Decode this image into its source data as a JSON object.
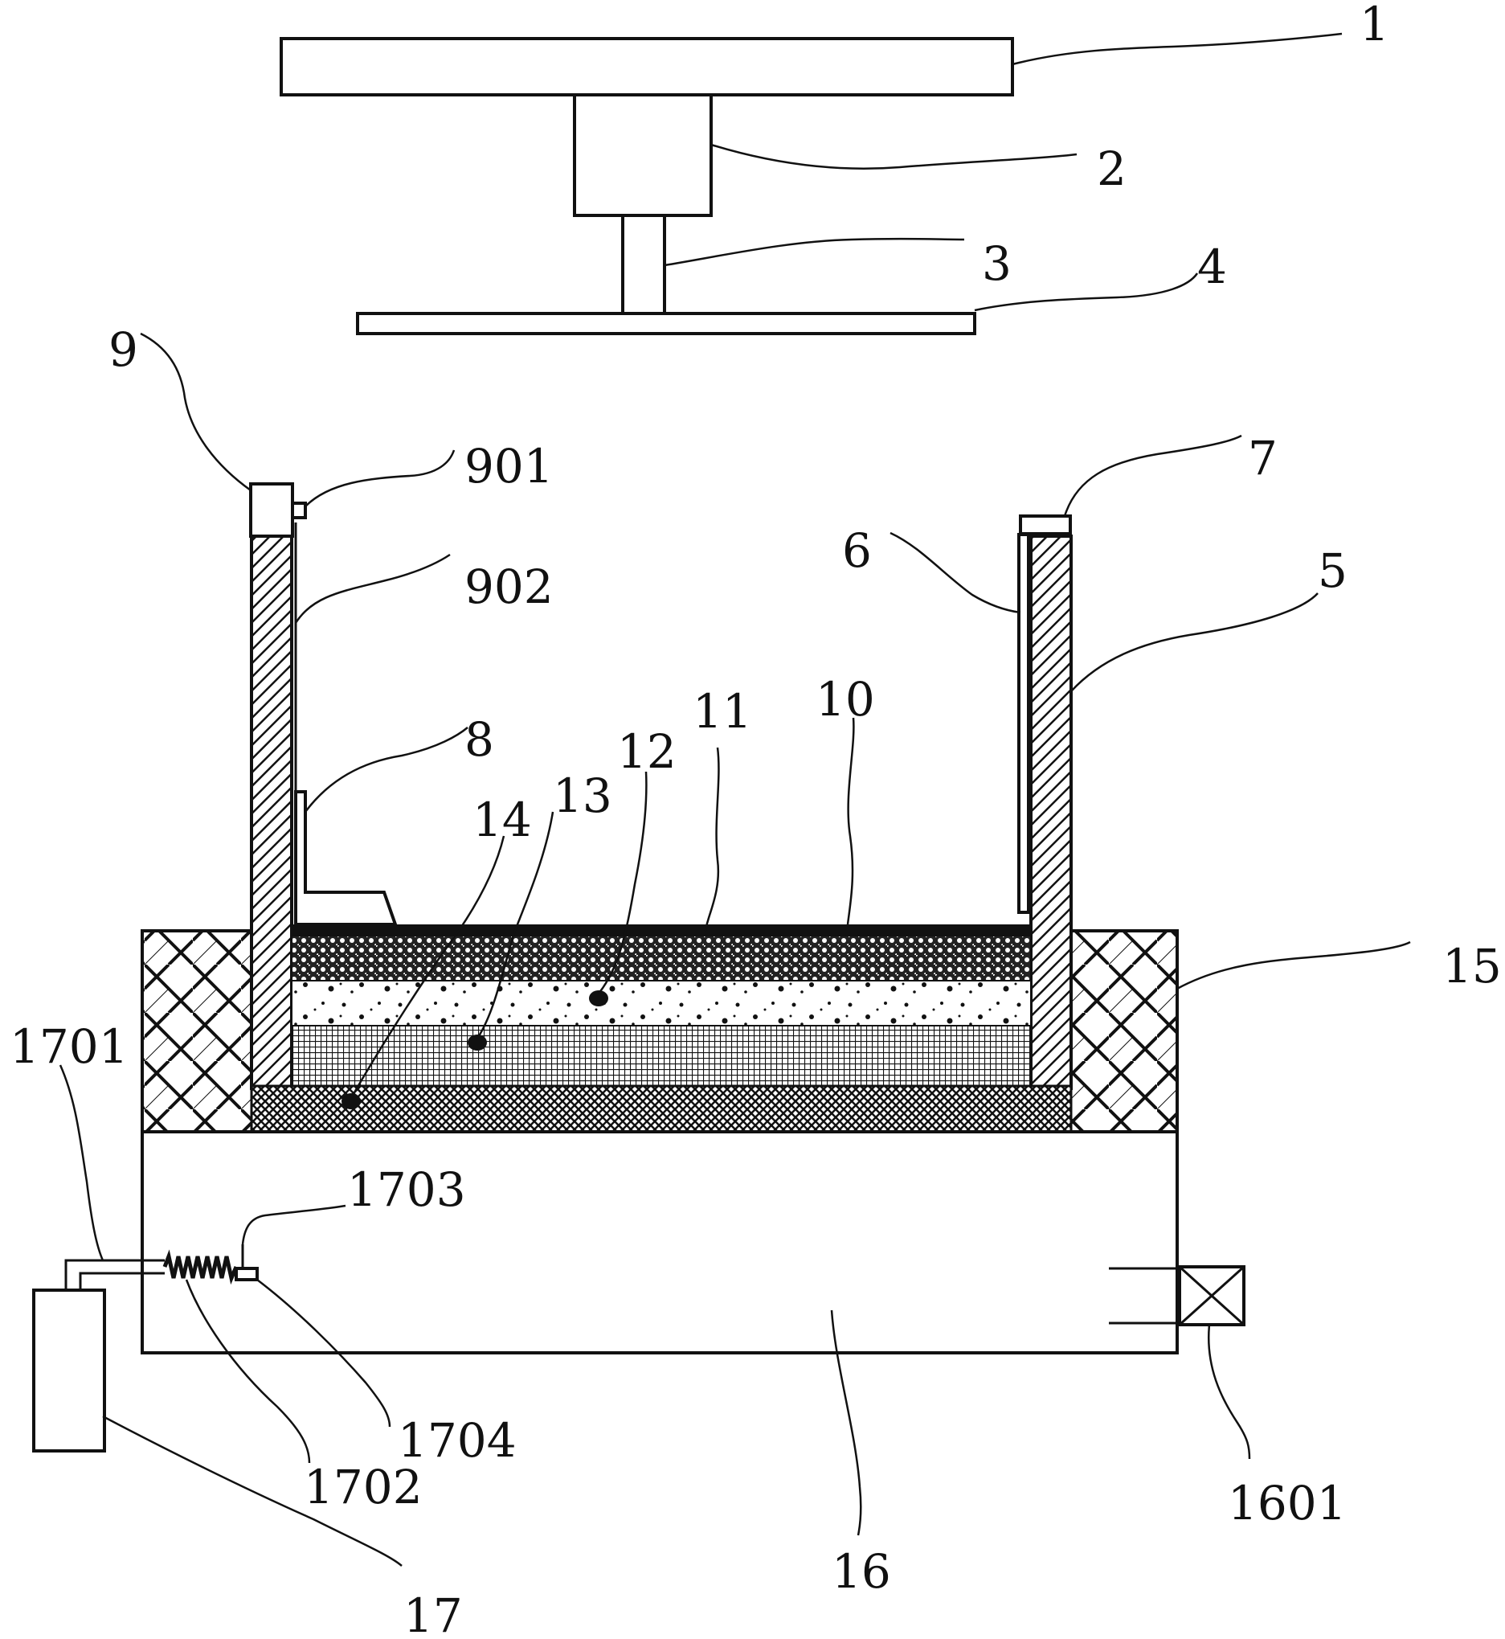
{
  "labels": {
    "l1": "1",
    "l2": "2",
    "l3": "3",
    "l4": "4",
    "l5": "5",
    "l6": "6",
    "l7": "7",
    "l8": "8",
    "l9": "9",
    "l10": "10",
    "l11": "11",
    "l12": "12",
    "l13": "13",
    "l14": "14",
    "l15": "15",
    "l16": "16",
    "l17": "17",
    "l901": "901",
    "l902": "902",
    "l1601": "1601",
    "l1701": "1701",
    "l1702": "1702",
    "l1703": "1703",
    "l1704": "1704"
  }
}
